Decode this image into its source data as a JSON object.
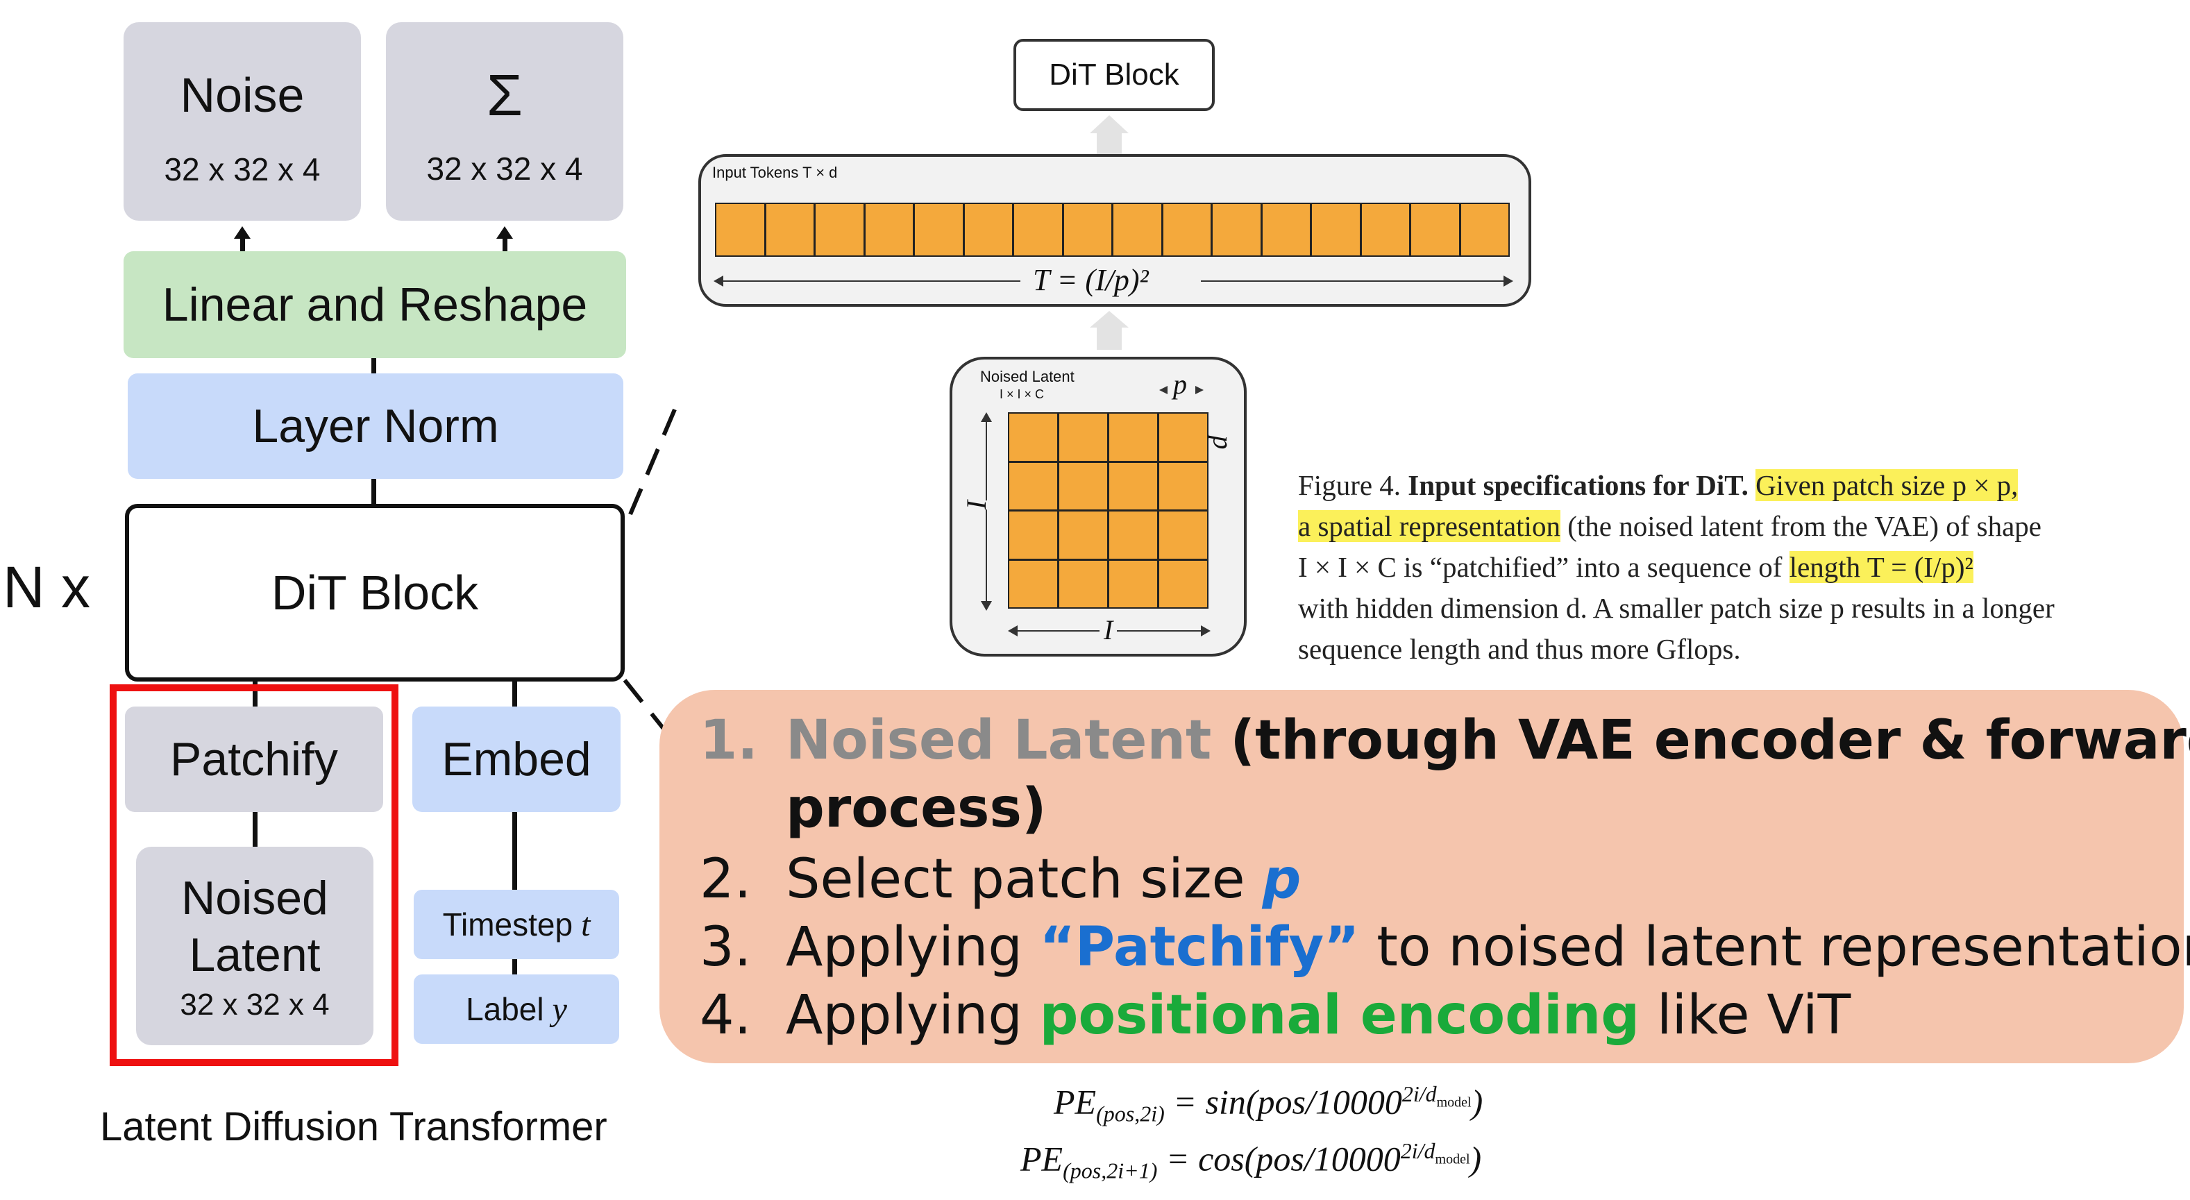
{
  "left_diagram": {
    "noise": {
      "title": "Noise",
      "dims": "32 x 32 x 4"
    },
    "sigma": {
      "title": "Σ",
      "dims": "32 x 32 x 4"
    },
    "linear_reshape": "Linear and Reshape",
    "layer_norm": "Layer Norm",
    "dit_block": "DiT Block",
    "repeat": "N x",
    "patchify": "Patchify",
    "embed": "Embed",
    "noised_latent": {
      "line1": "Noised",
      "line2": "Latent",
      "dims": "32 x 32 x 4"
    },
    "timestep": {
      "label": "Timestep",
      "var": "t"
    },
    "label": {
      "label": "Label",
      "var": "y"
    },
    "caption": "Latent Diffusion Transformer"
  },
  "right_diagram": {
    "dit_block": "DiT Block",
    "input_tokens": "Input Tokens T × d",
    "token_formula": "T = (I/p)²",
    "noised_latent": "Noised Latent",
    "latent_dims": "I × I × C",
    "patch_p": "p",
    "side_i": "I",
    "token_count": 16,
    "grid_size": 4
  },
  "figure_caption": {
    "prefix": "Figure 4.",
    "bold": "Input specifications for DiT.",
    "hl1": "Given patch size p × p,",
    "hl2": "a spatial representation",
    "rest1": "(the noised latent from the VAE) of shape",
    "rest2a": "I × I × C is “patchified” into a sequence of",
    "hl3": "length T = (I/p)²",
    "rest3": "with hidden dimension d. A smaller patch size p results in a longer",
    "rest4": "sequence length and thus more Gflops."
  },
  "steps": {
    "s1": {
      "num": "1.",
      "a": "Noised Latent",
      "b": " (through VAE encoder & forward",
      "c": "process)"
    },
    "s2": {
      "num": "2.",
      "a": "Select patch size ",
      "b": "p"
    },
    "s3": {
      "num": "3.",
      "a": "Applying ",
      "b": "“Patchify”",
      "c": " to noised latent representation"
    },
    "s4": {
      "num": "4.",
      "a": "Applying ",
      "b": "positional encoding",
      "c": " like ViT"
    }
  },
  "formulas": {
    "f1_lhs": "PE",
    "f1_sub": "(pos,2i)",
    "f1_rhs": "= sin(pos/10000",
    "f1_exp": "2i/d",
    "f1_exp_sub": "model",
    "f1_close": ")",
    "f2_lhs": "PE",
    "f2_sub": "(pos,2i+1)",
    "f2_rhs": "= cos(pos/10000",
    "f2_exp": "2i/d",
    "f2_exp_sub": "model",
    "f2_close": ")"
  },
  "colors": {
    "accent_blue": "#1a6fd0",
    "accent_green": "#1aaa3a",
    "gray_text": "#8a8a8a",
    "highlight_red": "#ee1111",
    "steps_bg": "#f5c5ad",
    "patch_orange": "#f4a93c"
  }
}
